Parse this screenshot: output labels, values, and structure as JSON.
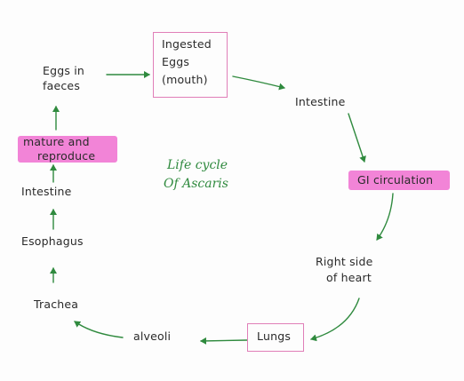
{
  "diagram": {
    "center_title": {
      "line1": "Life cycle",
      "line2": "Of Ascaris"
    },
    "nodes": {
      "ingested_eggs": {
        "line1": "Ingested",
        "line2": "Eggs",
        "line3": "(mouth)"
      },
      "intestine_top": "Intestine",
      "gi_circulation": "GI circulation",
      "right_side_heart": {
        "line1": "Right side",
        "line2": "of heart"
      },
      "lungs": "Lungs",
      "alveoli": "alveoli",
      "trachea": "Trachea",
      "esophagus": "Esophagus",
      "intestine_left": "Intestine",
      "mature_reproduce": {
        "line1": "mature and",
        "line2": "reproduce"
      },
      "eggs_in_faeces": {
        "line1": "Eggs in",
        "line2": "faeces"
      }
    },
    "colors": {
      "arrow": "#2f8a3e",
      "box_border": "#e07fb8",
      "highlight": "#f06fd0",
      "text": "#2a2a2a"
    }
  }
}
